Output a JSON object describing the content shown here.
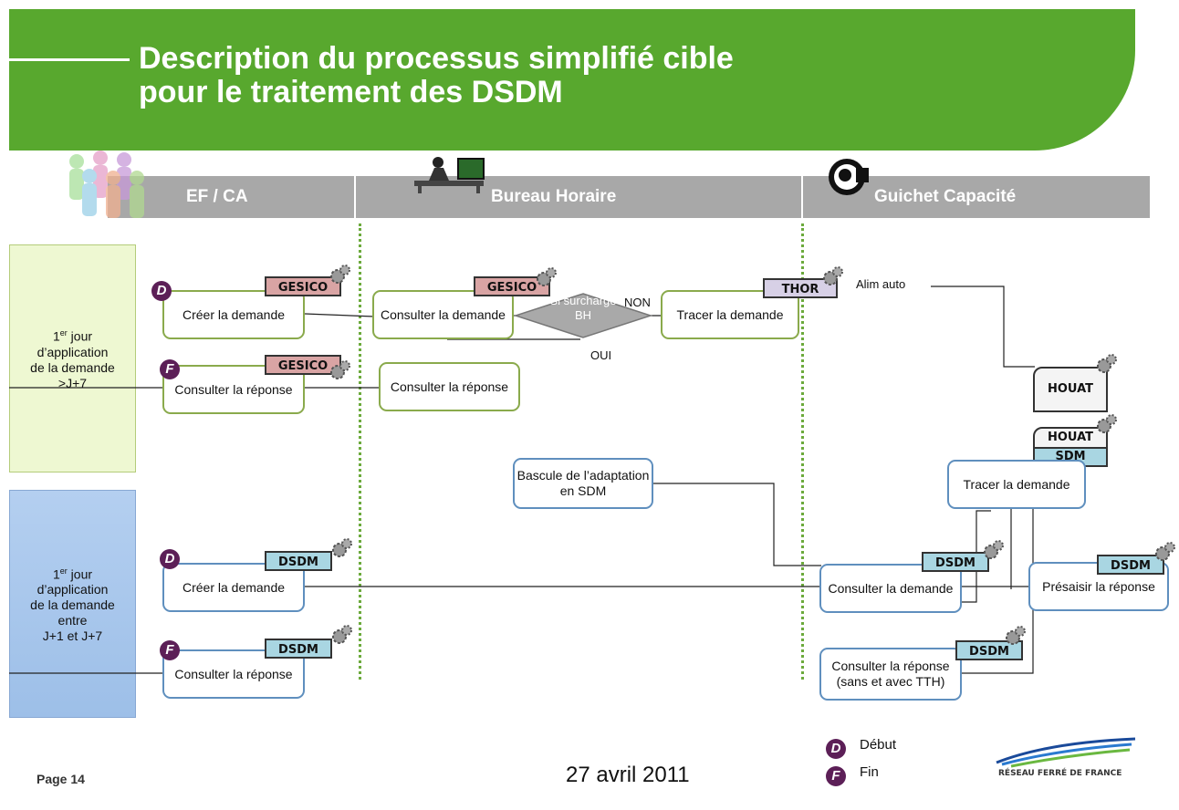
{
  "title": {
    "line1": "Description du processus simplifié cible",
    "line2": "pour le traitement des DSDM"
  },
  "lanes": [
    {
      "label": "EF / CA",
      "icon": "people-icon"
    },
    {
      "label": "Bureau Horaire",
      "icon": "office-worker-icon"
    },
    {
      "label": "Guichet Capacité",
      "icon": "phone-operator-icon"
    }
  ],
  "rows": [
    {
      "sup": "er",
      "text_a": "1",
      "text_b": " jour",
      "text_c": "d’application",
      "text_d": "de la demande",
      "text_e": ">J+7"
    },
    {
      "sup": "er",
      "text_a": "1",
      "text_b": " jour",
      "text_c": "d’application",
      "text_d": "de la demande",
      "text_e": "entre",
      "text_f": "J+1 et J+7"
    }
  ],
  "boxes": {
    "creer1": "Créer la demande",
    "consulter_rep1": "Consulter la réponse",
    "consulter_dem_bh": "Consulter la demande",
    "consulter_rep_bh": "Consulter la réponse",
    "tracer1": "Tracer la demande",
    "bascule": "Bascule de l’adaptation en SDM",
    "tracer2": "Tracer la demande",
    "creer2": "Créer la demande",
    "consulter_rep2": "Consulter la réponse",
    "consulter_dem_gc": "Consulter la demande",
    "presaisir": "Présaisir la réponse",
    "consulter_rep_gc": "Consulter la réponse (sans et avec TTH)"
  },
  "tags": {
    "gesico": "GESICO",
    "thor": "THOR",
    "houat": "HOUAT",
    "sdm": "SDM",
    "dsdm": "DSDM"
  },
  "decision": {
    "text": "Si surcharge BH",
    "yes": "OUI",
    "no": "NON"
  },
  "alim_auto": "Alim auto",
  "legend": {
    "start_letter": "D",
    "start_label": "Début",
    "end_letter": "F",
    "end_label": "Fin"
  },
  "footer": {
    "page": "Page 14",
    "date": "27 avril 2011",
    "logo_text": "RÉSEAU FERRÉ DE FRANCE"
  }
}
